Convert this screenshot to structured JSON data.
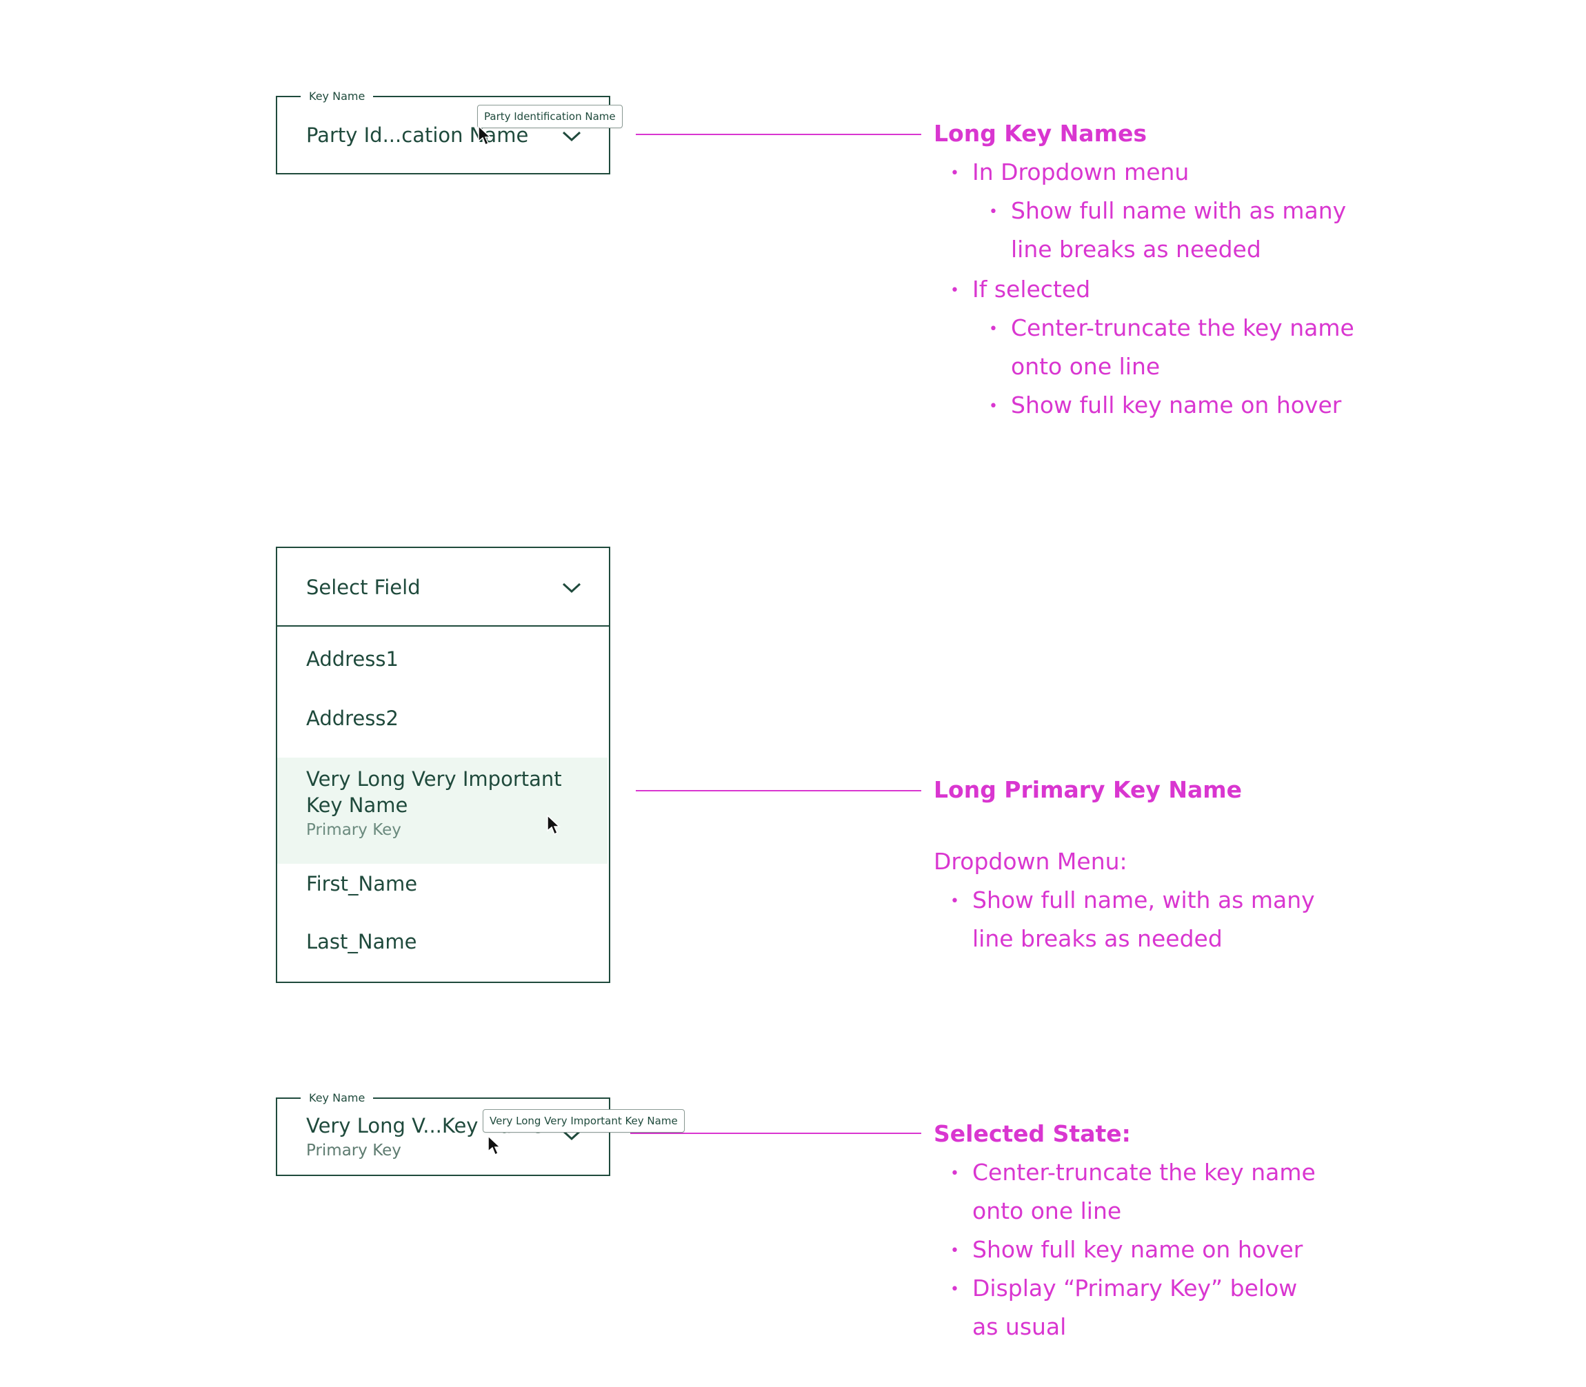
{
  "section1": {
    "field_label": "Key Name",
    "field_value": "Party Id...cation Name",
    "tooltip": "Party Identification Name",
    "annotation": {
      "title": "Long Key Names",
      "l1": "In Dropdown menu",
      "l2": "Show full name with as many",
      "l3": "line breaks as needed",
      "l4": "If selected",
      "l5": "Center-truncate the key name",
      "l6": "onto one line",
      "l7": "Show full key name on hover"
    }
  },
  "section2": {
    "placeholder": "Select Field",
    "items": [
      {
        "label": "Address1"
      },
      {
        "label": "Address2"
      },
      {
        "label_line1": "Very Long Very Important",
        "label_line2": "Key Name",
        "sub": "Primary Key"
      },
      {
        "label": "First_Name"
      },
      {
        "label": "Last_Name"
      }
    ],
    "annotation": {
      "title": "Long Primary Key Name",
      "heading": "Dropdown Menu:",
      "l1": "Show full name, with as many",
      "l2": "line breaks as needed"
    }
  },
  "section3": {
    "field_label": "Key Name",
    "field_value": "Very Long V...Key Name",
    "field_sub": "Primary Key",
    "tooltip": "Very Long Very Important Key Name",
    "annotation": {
      "title": "Selected State:",
      "l1": "Center-truncate the key name",
      "l2": "onto one line",
      "l3": "Show full key name on hover",
      "l4": "Display “Primary Key” below",
      "l5": "as usual"
    }
  },
  "colors": {
    "accent": "#d936d0",
    "ink": "#1f4a3c",
    "highlight": "#eef7f1"
  },
  "icons": [
    "chevron-down-icon",
    "mouse-cursor-icon"
  ]
}
